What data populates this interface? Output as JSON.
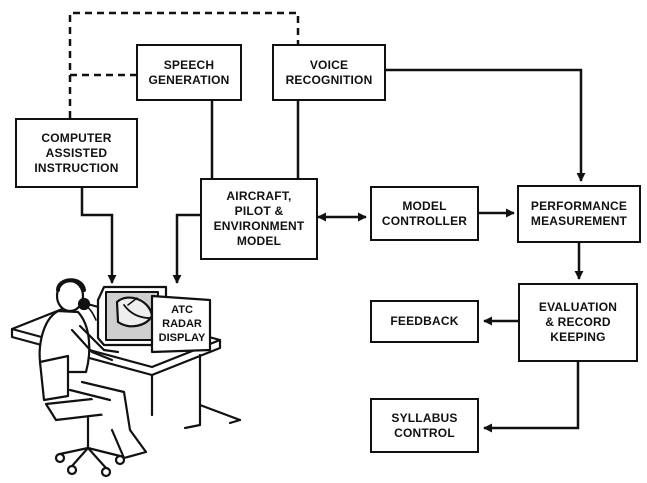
{
  "boxes": {
    "speech_generation": "SPEECH\nGENERATION",
    "voice_recognition": "VOICE\nRECOGNITION",
    "computer_assisted_instruction": "COMPUTER\nASSISTED\nINSTRUCTION",
    "aircraft_model": "AIRCRAFT,\nPILOT &\nENVIRONMENT\nMODEL",
    "model_controller": "MODEL\nCONTROLLER",
    "performance_measurement": "PERFORMANCE\nMEASUREMENT",
    "feedback": "FEEDBACK",
    "evaluation": "EVALUATION\n& RECORD\nKEEPING",
    "syllabus_control": "SYLLABUS\nCONTROL"
  },
  "display_label": "ATC\nRADAR\nDISPLAY",
  "icons": {
    "operator": "trainee-at-workstation-illustration"
  }
}
